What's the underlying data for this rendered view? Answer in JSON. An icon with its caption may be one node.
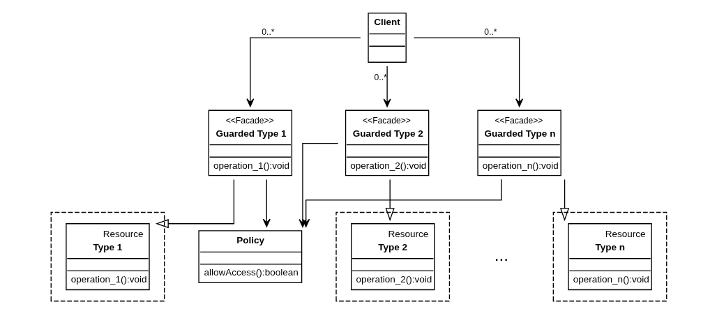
{
  "diagram": {
    "nodes": [
      {
        "text": [
          "Client"
        ]
      },
      {
        "text": [],
        "shape": "box"
      },
      {
        "text": [
          "<<Facade>>",
          "Guarded Type 1",
          "operation_1():void"
        ]
      },
      {
        "text": [],
        "shape": "box"
      },
      {
        "text": [
          "<<Facade>>",
          "Guarded Type 2",
          "operation_2():void"
        ]
      },
      {
        "text": [],
        "shape": "box"
      },
      {
        "text": [
          "<<Facade>>",
          "Guarded Type n",
          "operation_n():void"
        ]
      },
      {
        "text": [
          "Policy",
          "allowAccess():boolean"
        ]
      },
      {
        "text": [
          "Resource",
          "Type 1",
          "operation_1():void"
        ],
        "in": 1
      },
      {
        "text": [
          "Resource",
          "Type 2",
          "operation_2():void"
        ],
        "in": 3
      },
      {
        "text": [
          "Resource",
          "Type n",
          "operation_n():void"
        ],
        "in": 5
      }
    ],
    "edges": [
      {
        "from": 0,
        "to": 2,
        "arrow": "to",
        "label": "0..*"
      },
      {
        "from": 0,
        "to": 4,
        "arrow": "to",
        "label": "0..*"
      },
      {
        "from": 0,
        "to": 6,
        "arrow": "to",
        "label": "0..*"
      },
      {
        "from": 2,
        "to": 8,
        "arrow": "to"
      },
      {
        "from": 4,
        "to": 9,
        "arrow": "to"
      },
      {
        "from": 6,
        "to": 10,
        "arrow": "to"
      },
      {
        "from": 6,
        "to": 7,
        "arrow": "to"
      },
      {
        "from": 4,
        "to": 7,
        "arrow": "to"
      },
      {
        "from": 2,
        "to": 7,
        "arrow": "to"
      }
    ],
    "labels": [
      "..."
    ]
  }
}
